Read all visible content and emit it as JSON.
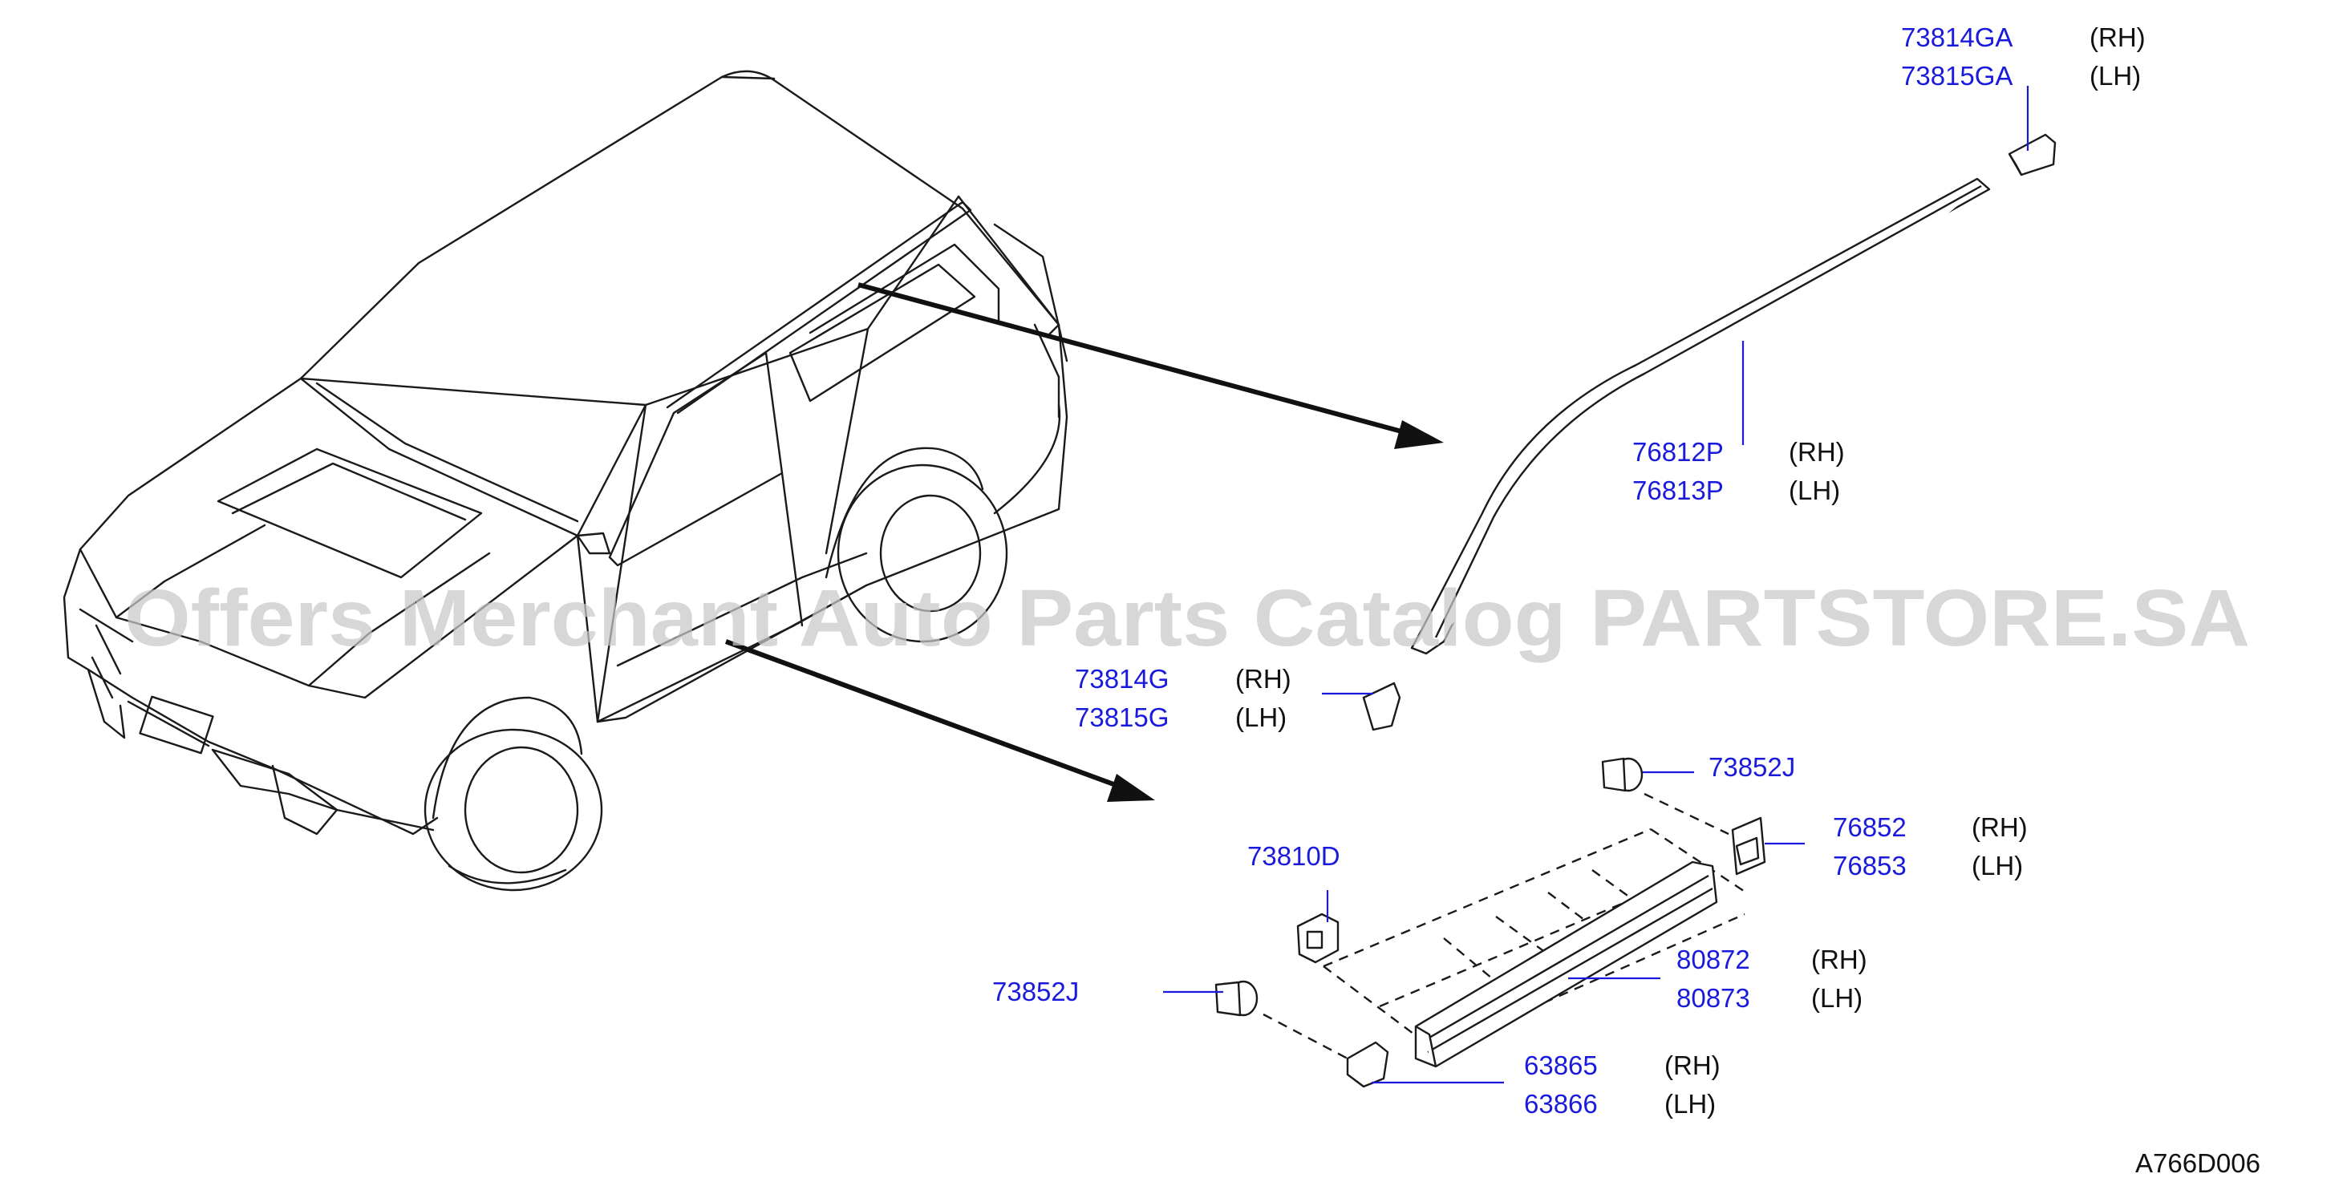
{
  "watermark": "Offers Merchant Auto Parts Catalog PARTSTORE.SA",
  "reference_code": "A766D006",
  "callouts": [
    {
      "id": "roof-end-rear",
      "numbers": [
        "73814GA",
        "73815GA"
      ],
      "sides": [
        "(RH)",
        "(LH)"
      ]
    },
    {
      "id": "roof-molding",
      "numbers": [
        "76812P",
        "76813P"
      ],
      "sides": [
        "(RH)",
        "(LH)"
      ]
    },
    {
      "id": "roof-end-front",
      "numbers": [
        "73814G",
        "73815G"
      ],
      "sides": [
        "(RH)",
        "(LH)"
      ]
    },
    {
      "id": "clip-upper",
      "numbers": [
        "73852J"
      ],
      "sides": []
    },
    {
      "id": "sill-end-rear",
      "numbers": [
        "76852",
        "76853"
      ],
      "sides": [
        "(RH)",
        "(LH)"
      ]
    },
    {
      "id": "clip-retainer",
      "numbers": [
        "73810D"
      ],
      "sides": []
    },
    {
      "id": "sill-molding",
      "numbers": [
        "80872",
        "80873"
      ],
      "sides": [
        "(RH)",
        "(LH)"
      ]
    },
    {
      "id": "clip-lower",
      "numbers": [
        "73852J"
      ],
      "sides": []
    },
    {
      "id": "sill-end-front",
      "numbers": [
        "63865",
        "63866"
      ],
      "sides": [
        "(RH)",
        "(LH)"
      ]
    }
  ],
  "colors": {
    "link": "#1a1adc",
    "line": "#1a1a1a",
    "watermark": "#c8c8c8",
    "background": "#ffffff"
  }
}
